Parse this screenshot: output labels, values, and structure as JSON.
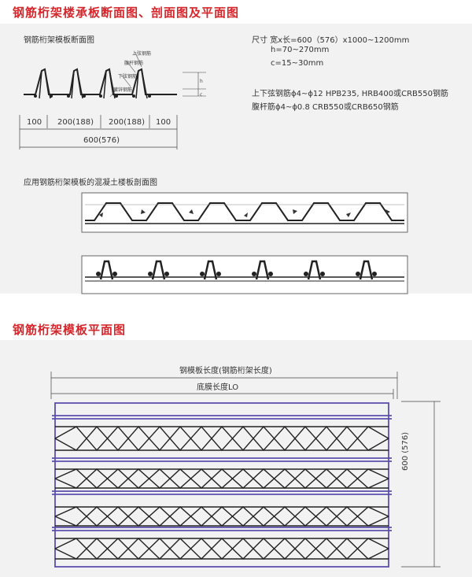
{
  "section1": {
    "title": "钢筋桁架楼承板断面图、剖面图及平面图",
    "subtitle": "钢筋桁架模板断面图",
    "labels": {
      "top_chord": "上弦钢筋",
      "web": "腹杆钢筋",
      "bottom_chord": "下弦钢筋",
      "weld": "镀锌钢筋",
      "h": "h",
      "c": "c"
    },
    "dims": [
      "100",
      "200(188)",
      "200(188)",
      "100"
    ],
    "total_width": "600(576)",
    "specs": [
      "尺寸  宽x长=600（576）x1000~1200mm",
      "h=70~270mm",
      "c=15~30mm",
      "上下弦钢筋ϕ4~ϕ12 HPB235, HRB400或CRB550钢筋",
      "腹杆筋ϕ4~ϕ0.8 CRB550或CRB650钢筋"
    ],
    "section_caption": "应用钢筋桁架模板的混凝土楼板剖面图"
  },
  "section2": {
    "title": "钢筋桁架模板平面图",
    "length_label": "钢模板长度(钢筋桁架长度)",
    "bottom_length_label": "底膜长度LO",
    "side_dim": "600 (576)"
  },
  "colors": {
    "title_red": "#d7262b",
    "panel_bg": "#f2f2f2",
    "rail_purple": "#5a4fb0",
    "line_dark": "#222222"
  }
}
